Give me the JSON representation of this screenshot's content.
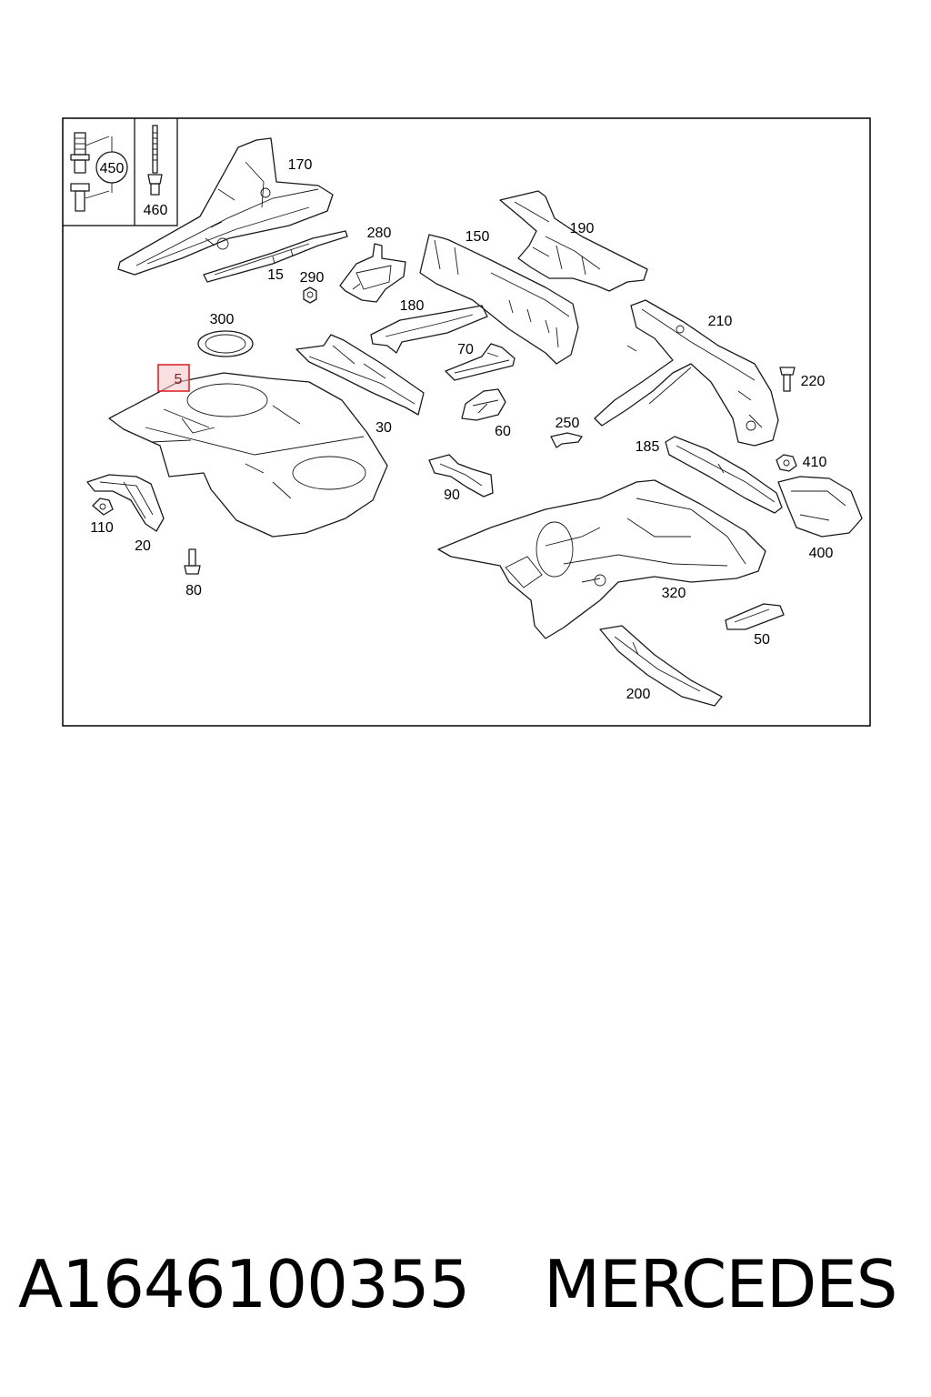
{
  "callouts": {
    "c450": "450",
    "c460": "460",
    "c170": "170",
    "c15": "15",
    "c280": "280",
    "c290": "290",
    "c150": "150",
    "c190": "190",
    "c300": "300",
    "c180": "180",
    "c210": "210",
    "c5": "5",
    "c70": "70",
    "c220": "220",
    "c30": "30",
    "c60": "60",
    "c250": "250",
    "c185": "185",
    "c410": "410",
    "c90": "90",
    "c110": "110",
    "c20": "20",
    "c400": "400",
    "c80": "80",
    "c320": "320",
    "c50": "50",
    "c200": "200"
  },
  "highlight_color": "#e0262a",
  "caption": {
    "part_number": "A1646100355",
    "brand": "MERCEDES"
  }
}
